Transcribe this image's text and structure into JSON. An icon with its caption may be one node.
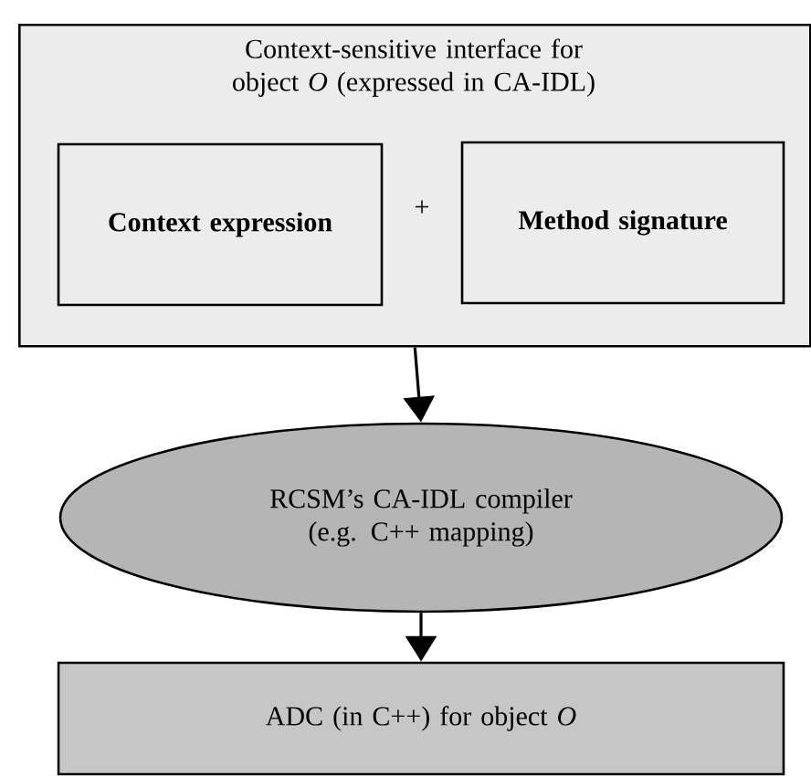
{
  "diagram": {
    "nodes": [
      {
        "text": [
          "Context-sensitive interface for object *O* (expressed in CA-IDL)"
        ]
      },
      {
        "text": [
          "Context expression"
        ],
        "in": 0
      },
      {
        "text": [
          "Method signature"
        ],
        "in": 0
      },
      {
        "text": [
          "RCSM’s CA-IDL compiler (e.g. C++ mapping)"
        ]
      },
      {
        "text": [
          "ADC (in C++) for object *O*"
        ]
      }
    ],
    "edges": [
      {
        "from": 0,
        "to": 3,
        "arrow": "to"
      },
      {
        "from": 3,
        "to": 4,
        "arrow": "to"
      }
    ],
    "labels": [
      "+"
    ]
  }
}
